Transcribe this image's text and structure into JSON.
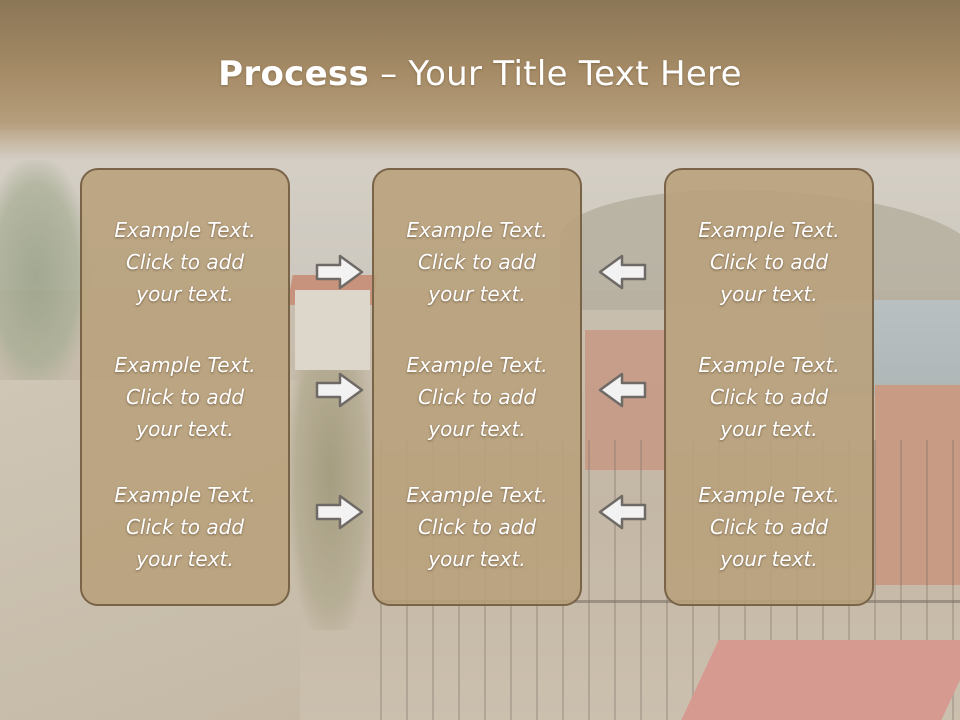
{
  "title": {
    "bold": "Process",
    "rest": " – Your Title Text Here"
  },
  "columns": [
    {
      "items": [
        {
          "line1": "Example Text.",
          "line2": "Click  to add",
          "line3": "your text."
        },
        {
          "line1": "Example Text.",
          "line2": "Click  to add",
          "line3": "your text."
        },
        {
          "line1": "Example Text.",
          "line2": "Click  to add",
          "line3": "your text."
        }
      ]
    },
    {
      "items": [
        {
          "line1": "Example Text.",
          "line2": "Click  to add",
          "line3": "your text."
        },
        {
          "line1": "Example Text.",
          "line2": "Click  to add",
          "line3": "your text."
        },
        {
          "line1": "Example Text.",
          "line2": "Click  to add",
          "line3": "your text."
        }
      ]
    },
    {
      "items": [
        {
          "line1": "Example Text.",
          "line2": "Click  to add",
          "line3": "your text."
        },
        {
          "line1": "Example Text.",
          "line2": "Click  to add",
          "line3": "your text."
        },
        {
          "line1": "Example Text.",
          "line2": "Click  to add",
          "line3": "your text."
        }
      ]
    }
  ],
  "arrows": {
    "left_group": "right-arrow-icon",
    "right_group": "left-arrow-icon"
  },
  "colors": {
    "title_band": "#a58b66",
    "box_fill": "#b8a07b",
    "box_border": "#7a6448",
    "text": "#ffffff"
  }
}
